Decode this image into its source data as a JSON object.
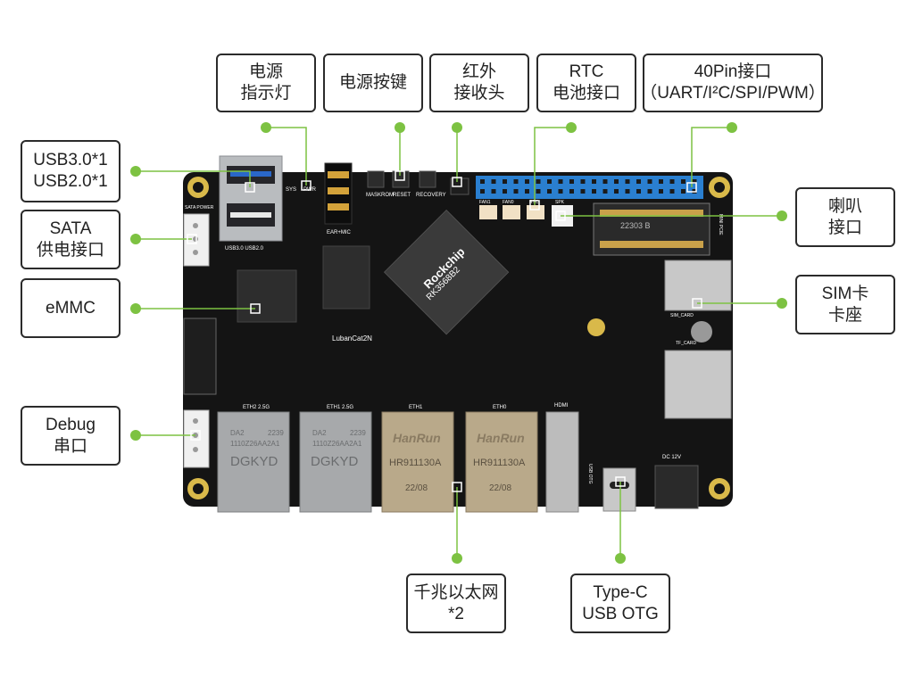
{
  "callouts": {
    "power_led": [
      "电源",
      "指示灯"
    ],
    "power_key": [
      "电源按键"
    ],
    "ir_receiver": [
      "红外",
      "接收头"
    ],
    "rtc": [
      "RTC",
      "电池接口"
    ],
    "gpio40": [
      "40Pin接口",
      "（UART/I²C/SPI/PWM）"
    ],
    "usb": [
      "USB3.0*1",
      "USB2.0*1"
    ],
    "sata_power": [
      "SATA",
      "供电接口"
    ],
    "emmc": [
      "eMMC"
    ],
    "debug": [
      "Debug",
      "串口"
    ],
    "speaker": [
      "喇叭",
      "接口"
    ],
    "sim": [
      "SIM卡",
      "卡座"
    ],
    "ethernet": [
      "千兆以太网",
      "*2"
    ],
    "typec": [
      "Type-C",
      "USB OTG"
    ]
  },
  "board": {
    "soc_brand": "Rockchip",
    "soc_model": "RK3568B2",
    "model_name": "LubanCat2N",
    "rj45_left_brand": "DGKYD",
    "rj45_left_code": "1110Z26AA2A1",
    "rj45_left_date": "2239",
    "rj45_left_suffix": "DA2",
    "rj45_right_brand": "HanRun",
    "rj45_right_model": "HR911130A",
    "rj45_right_date": "22/08",
    "silk_sys": "SYS",
    "silk_pwr": "PWR",
    "silk_maskrom": "MASKROM",
    "silk_reset": "RESET",
    "silk_recovery": "RECOVERY",
    "silk_ear": "EAR+MIC",
    "silk_usb": "USB3.0 USB2.0",
    "silk_sata": "SATA POWER",
    "silk_fan1": "FAN1",
    "silk_fan0": "FAN0",
    "silk_rtc": "RTC",
    "silk_spk": "SPK",
    "silk_eth2": "ETH2 2.5G",
    "silk_eth1": "ETH1 2.5G",
    "silk_eth_a": "ETH1",
    "silk_eth_b": "ETH0",
    "silk_hdmi": "HDMI",
    "silk_usbotg": "USB OTG",
    "silk_dc": "DC 12V",
    "silk_tf": "TF_CARD",
    "silk_sim": "SIM_CARD",
    "silk_minipcie": "MINI PCIE",
    "m2_code": "22303 B"
  },
  "colors": {
    "accent_green": "#7dc242",
    "pcb": "#121212",
    "gpio_blue": "#2a7fd0"
  }
}
